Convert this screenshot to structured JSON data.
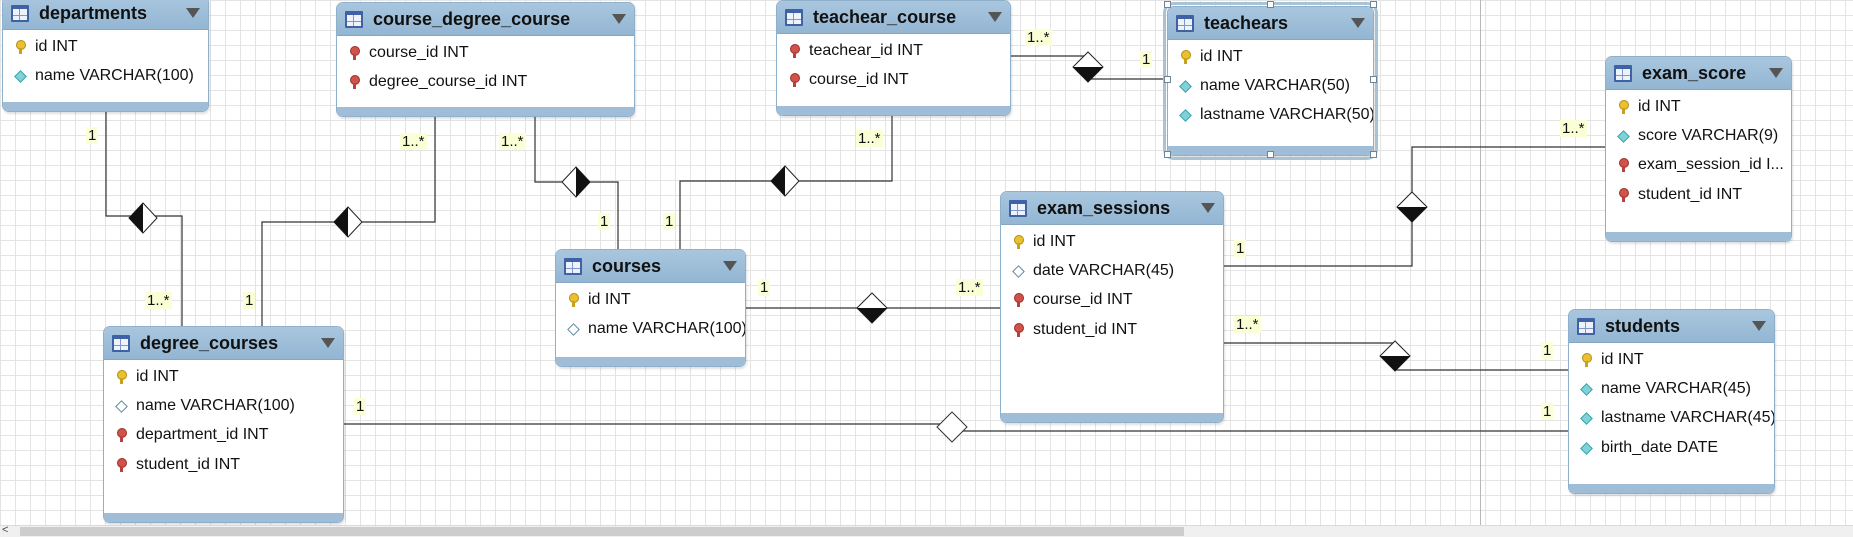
{
  "entities": {
    "departments": {
      "name": "departments",
      "columns": [
        {
          "name": "id INT",
          "icon": "primary-key-icon"
        },
        {
          "name": "name VARCHAR(100)",
          "icon": "column-icon"
        }
      ]
    },
    "course_degree_course": {
      "name": "course_degree_course",
      "columns": [
        {
          "name": "course_id INT",
          "icon": "foreign-key-icon"
        },
        {
          "name": "degree_course_id INT",
          "icon": "foreign-key-icon"
        }
      ]
    },
    "teachear_course": {
      "name": "teachear_course",
      "columns": [
        {
          "name": "teachear_id INT",
          "icon": "foreign-key-icon"
        },
        {
          "name": "course_id INT",
          "icon": "foreign-key-icon"
        }
      ]
    },
    "teachears": {
      "name": "teachears",
      "selected": true,
      "columns": [
        {
          "name": "id INT",
          "icon": "primary-key-icon"
        },
        {
          "name": "name VARCHAR(50)",
          "icon": "column-icon"
        },
        {
          "name": "lastname VARCHAR(50)",
          "icon": "column-icon"
        }
      ]
    },
    "exam_score": {
      "name": "exam_score",
      "columns": [
        {
          "name": "id INT",
          "icon": "primary-key-icon"
        },
        {
          "name": "score VARCHAR(9)",
          "icon": "column-icon"
        },
        {
          "name": "exam_session_id I...",
          "icon": "foreign-key-icon"
        },
        {
          "name": "student_id INT",
          "icon": "foreign-key-icon"
        }
      ]
    },
    "courses": {
      "name": "courses",
      "columns": [
        {
          "name": "id INT",
          "icon": "primary-key-icon"
        },
        {
          "name": "name VARCHAR(100)",
          "icon": "nullable-column-icon"
        }
      ]
    },
    "exam_sessions": {
      "name": "exam_sessions",
      "columns": [
        {
          "name": "id INT",
          "icon": "primary-key-icon"
        },
        {
          "name": "date VARCHAR(45)",
          "icon": "nullable-column-icon"
        },
        {
          "name": "course_id INT",
          "icon": "foreign-key-icon"
        },
        {
          "name": "student_id INT",
          "icon": "foreign-key-icon"
        }
      ]
    },
    "degree_courses": {
      "name": "degree_courses",
      "columns": [
        {
          "name": "id INT",
          "icon": "primary-key-icon"
        },
        {
          "name": "name VARCHAR(100)",
          "icon": "nullable-column-icon"
        },
        {
          "name": "department_id INT",
          "icon": "foreign-key-icon"
        },
        {
          "name": "student_id INT",
          "icon": "foreign-key-icon"
        }
      ]
    },
    "students": {
      "name": "students",
      "columns": [
        {
          "name": "id INT",
          "icon": "primary-key-icon"
        },
        {
          "name": "name VARCHAR(45)",
          "icon": "column-icon"
        },
        {
          "name": "lastname VARCHAR(45)",
          "icon": "column-icon"
        },
        {
          "name": "birth_date DATE",
          "icon": "column-icon"
        }
      ]
    }
  },
  "relationships": [
    {
      "id": "departments-degree_courses",
      "from": "departments",
      "to": "degree_courses",
      "from_card": "1",
      "to_card": "1..*",
      "style": "identifying"
    },
    {
      "id": "degree_courses-course_degree_course",
      "from": "degree_courses",
      "to": "course_degree_course",
      "from_card": "1",
      "to_card": "1..*",
      "style": "identifying"
    },
    {
      "id": "course_degree_course-courses",
      "from": "course_degree_course",
      "to": "courses",
      "from_card": "1..*",
      "to_card": "1",
      "style": "identifying"
    },
    {
      "id": "courses-teachear_course",
      "from": "courses",
      "to": "teachear_course",
      "from_card": "1",
      "to_card": "1..*",
      "style": "identifying"
    },
    {
      "id": "teachear_course-teachears",
      "from": "teachear_course",
      "to": "teachears",
      "from_card": "1..*",
      "to_card": "1",
      "style": "identifying"
    },
    {
      "id": "courses-exam_sessions",
      "from": "courses",
      "to": "exam_sessions",
      "from_card": "1",
      "to_card": "1..*",
      "style": "identifying"
    },
    {
      "id": "exam_sessions-exam_score",
      "from": "exam_sessions",
      "to": "exam_score",
      "from_card": "1",
      "to_card": "1..*",
      "style": "identifying"
    },
    {
      "id": "exam_sessions-students",
      "from": "exam_sessions",
      "to": "students",
      "from_card": "1..*",
      "to_card": "1",
      "style": "identifying"
    },
    {
      "id": "degree_courses-students",
      "from": "degree_courses",
      "to": "students",
      "from_card": "1",
      "to_card": "1",
      "style": "non-identifying"
    }
  ],
  "colors": {
    "header": "#93b6d3",
    "border": "#8fb0cb",
    "cardinality_bg": "#fbffd6",
    "grid": "#e4e4e4",
    "line": "#333333"
  }
}
